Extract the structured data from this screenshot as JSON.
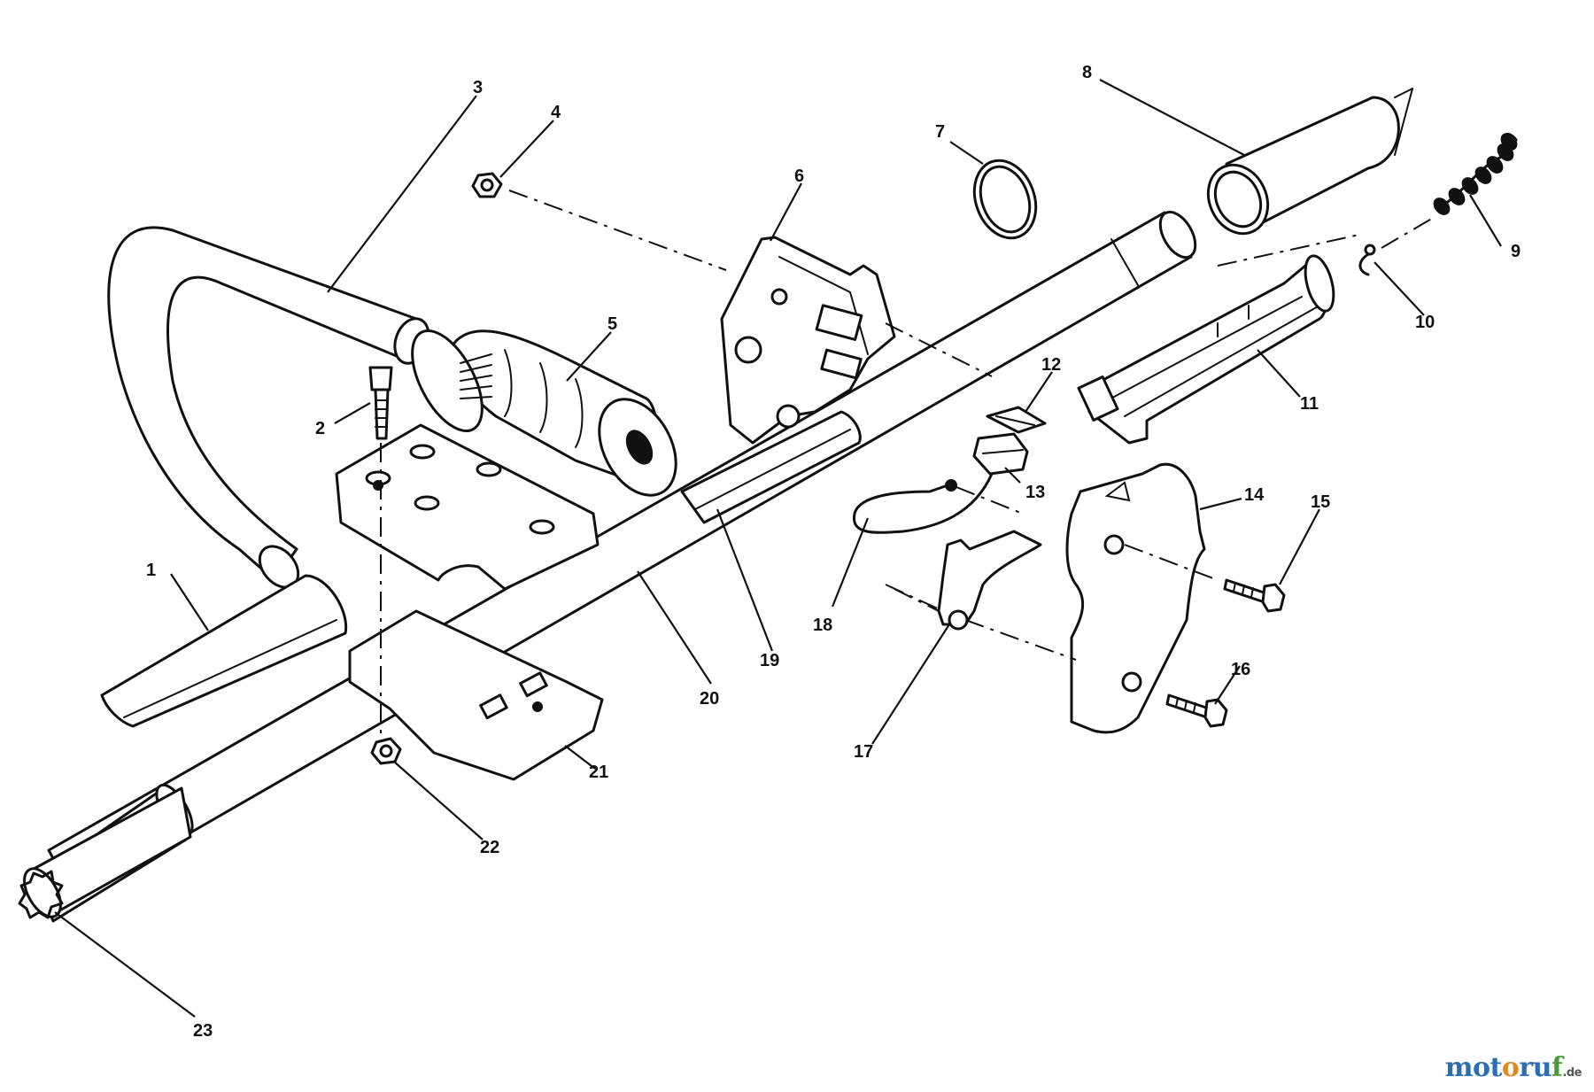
{
  "callouts": [
    "1",
    "2",
    "3",
    "4",
    "5",
    "6",
    "7",
    "8",
    "9",
    "10",
    "11",
    "12",
    "13",
    "14",
    "15",
    "16",
    "17",
    "18",
    "19",
    "20",
    "21",
    "22",
    "23"
  ],
  "watermark": {
    "text": "motoruf",
    "tld": ".de",
    "colors": [
      "#2a6fb3",
      "#e08a1e",
      "#2a6fb3",
      "#4a9a3a"
    ]
  }
}
